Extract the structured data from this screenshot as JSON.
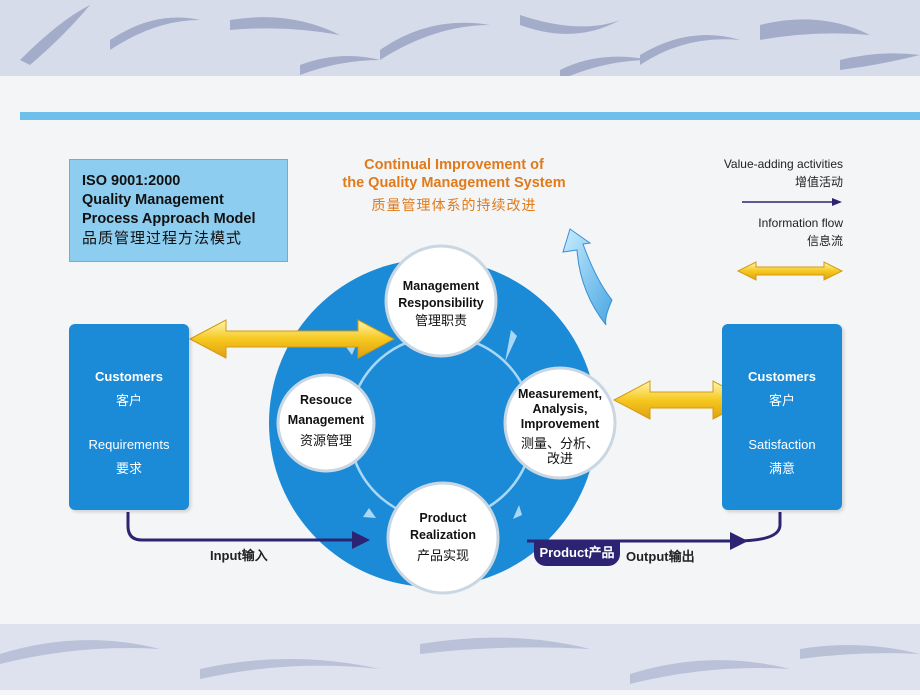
{
  "title_box": {
    "line1": "ISO 9001:2000",
    "line2": "Quality Management",
    "line3": "Process Approach Model",
    "line4": "品质管理过程方法模式"
  },
  "continual_improvement": {
    "line1": "Continual Improvement of",
    "line2": "the Quality Management System",
    "line3": "质量管理体系的持续改进"
  },
  "legend": {
    "value_adding_en": "Value-adding activities",
    "value_adding_cn": "增值活动",
    "information_flow_en": "Information flow",
    "information_flow_cn": "信息流"
  },
  "customers_left": {
    "title_en": "Customers",
    "title_cn": "客户",
    "sub_en": "Requirements",
    "sub_cn": "要求"
  },
  "customers_right": {
    "title_en": "Customers",
    "title_cn": "客户",
    "sub_en": "Satisfaction",
    "sub_cn": "满意"
  },
  "nodes": {
    "management": {
      "en1": "Management",
      "en2": "Responsibility",
      "cn": "管理职责"
    },
    "resource": {
      "en1": "Resouce",
      "en2": "Management",
      "cn": "资源管理"
    },
    "measurement": {
      "en1": "Measurement,",
      "en2": "Analysis,",
      "en3": "Improvement",
      "cn1": "测量、分析、",
      "cn2": "改进"
    },
    "product": {
      "en1": "Product",
      "en2": "Realization",
      "cn": "产品实现"
    }
  },
  "flows": {
    "input": "Input输入",
    "product": "Product产品",
    "output": "Output输出"
  },
  "colors": {
    "circle": "#1b8ad7",
    "customer_box": "#1b8ad7",
    "flow_line": "#2c2472",
    "info_arrow": "#f2c21a",
    "orange_text": "#e07a1a",
    "title_box": "#8dcdf0",
    "rule": "#6ec0ea"
  }
}
